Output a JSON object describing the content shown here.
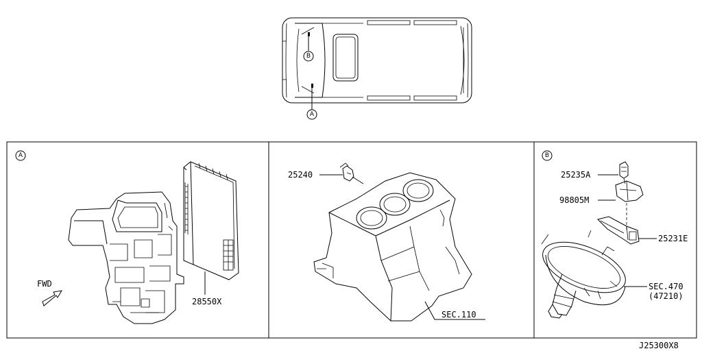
{
  "vehicle_callouts": {
    "a": "A",
    "b": "B"
  },
  "panels": {
    "a": {
      "tag": "A",
      "fwd_label": "FWD",
      "part_label": "28550X"
    },
    "center": {
      "part_label": "25240",
      "ref_label": "SEC.110"
    },
    "b": {
      "tag": "B",
      "part_1": "25235A",
      "part_2": "98805M",
      "part_3": "25231E",
      "ref_label": "SEC.470",
      "ref_sub": "(47210)"
    }
  },
  "diagram_code": "J25300X8"
}
